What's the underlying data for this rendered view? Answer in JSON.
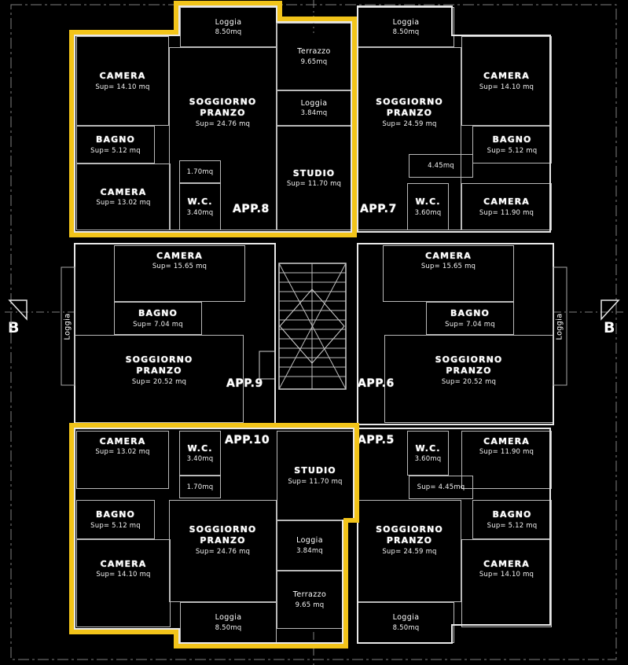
{
  "drawing": {
    "type": "architectural-floor-plan",
    "section_marker_left": "B",
    "section_marker_right": "B"
  },
  "colors": {
    "background": "#000000",
    "wall_line": "#e8e8e8",
    "highlight": "#f2c41a"
  },
  "apartments": {
    "app8": {
      "label": "APP.8",
      "rooms": {
        "loggia_top": {
          "name": "Loggia",
          "area": "8.50mq"
        },
        "camera_top": {
          "name": "CAMERA",
          "area": "Sup= 14.10 mq"
        },
        "soggiorno": {
          "name": "SOGGIORNO\nPRANZO",
          "area": "Sup= 24.76 mq"
        },
        "terrazzo": {
          "name": "Terrazzo",
          "area": "9.65mq"
        },
        "loggia_side": {
          "name": "Loggia",
          "area": "3.84mq"
        },
        "bagno": {
          "name": "BAGNO",
          "area": "Sup= 5.12 mq"
        },
        "camera_bottom": {
          "name": "CAMERA",
          "area": "Sup= 13.02 mq"
        },
        "ripostiglio": {
          "area": "1.70mq"
        },
        "wc": {
          "name": "W.C.",
          "area": "3.40mq"
        },
        "studio": {
          "name": "STUDIO",
          "area": "Sup= 11.70 mq"
        }
      }
    },
    "app7": {
      "label": "APP.7",
      "rooms": {
        "loggia_top": {
          "name": "Loggia",
          "area": "8.50mq"
        },
        "soggiorno": {
          "name": "SOGGIORNO\nPRANZO",
          "area": "Sup= 24.59 mq"
        },
        "camera_top": {
          "name": "CAMERA",
          "area": "Sup= 14.10 mq"
        },
        "bagno": {
          "name": "BAGNO",
          "area": "Sup= 5.12 mq"
        },
        "disimpegno": {
          "area": "4.45mq"
        },
        "wc": {
          "name": "W.C.",
          "area": "3.60mq"
        },
        "camera_bottom": {
          "name": "CAMERA",
          "area": "Sup= 11.90 mq"
        }
      }
    },
    "app9": {
      "label": "APP.9",
      "rooms": {
        "camera": {
          "name": "CAMERA",
          "area": "Sup= 15.65 mq"
        },
        "bagno": {
          "name": "BAGNO",
          "area": "Sup= 7.04 mq"
        },
        "soggiorno": {
          "name": "SOGGIORNO\nPRANZO",
          "area": "Sup= 20.52 mq"
        },
        "loggia": {
          "name": "Loggia"
        }
      }
    },
    "app6": {
      "label": "APP.6",
      "rooms": {
        "camera": {
          "name": "CAMERA",
          "area": "Sup= 15.65 mq"
        },
        "bagno": {
          "name": "BAGNO",
          "area": "Sup= 7.04 mq"
        },
        "soggiorno": {
          "name": "SOGGIORNO\nPRANZO",
          "area": "Sup= 20.52 mq"
        },
        "loggia": {
          "name": "Loggia"
        }
      }
    },
    "app10": {
      "label": "APP.10",
      "rooms": {
        "camera_top": {
          "name": "CAMERA",
          "area": "Sup= 13.02 mq"
        },
        "wc": {
          "name": "W.C.",
          "area": "3.40mq"
        },
        "ripostiglio": {
          "area": "1.70mq"
        },
        "studio": {
          "name": "STUDIO",
          "area": "Sup= 11.70 mq"
        },
        "bagno": {
          "name": "BAGNO",
          "area": "Sup= 5.12 mq"
        },
        "soggiorno": {
          "name": "SOGGIORNO\nPRANZO",
          "area": "Sup= 24.76 mq"
        },
        "camera_bottom": {
          "name": "CAMERA",
          "area": "Sup= 14.10 mq"
        },
        "loggia_side": {
          "name": "Loggia",
          "area": "3.84mq"
        },
        "terrazzo": {
          "name": "Terrazzo",
          "area": "9.65 mq"
        },
        "loggia_bottom": {
          "name": "Loggia",
          "area": "8.50mq"
        }
      }
    },
    "app5": {
      "label": "APP.5",
      "rooms": {
        "wc": {
          "name": "W.C.",
          "area": "3.60mq"
        },
        "camera_top": {
          "name": "CAMERA",
          "area": "Sup= 11.90 mq"
        },
        "disimpegno": {
          "area": "Sup= 4.45mq"
        },
        "bagno": {
          "name": "BAGNO",
          "area": "Sup= 5.12 mq"
        },
        "soggiorno": {
          "name": "SOGGIORNO\nPRANZO",
          "area": "Sup= 24.59 mq"
        },
        "camera_bottom": {
          "name": "CAMERA",
          "area": "Sup= 14.10 mq"
        },
        "loggia_bottom": {
          "name": "Loggia",
          "area": "8.50mq"
        }
      }
    }
  }
}
